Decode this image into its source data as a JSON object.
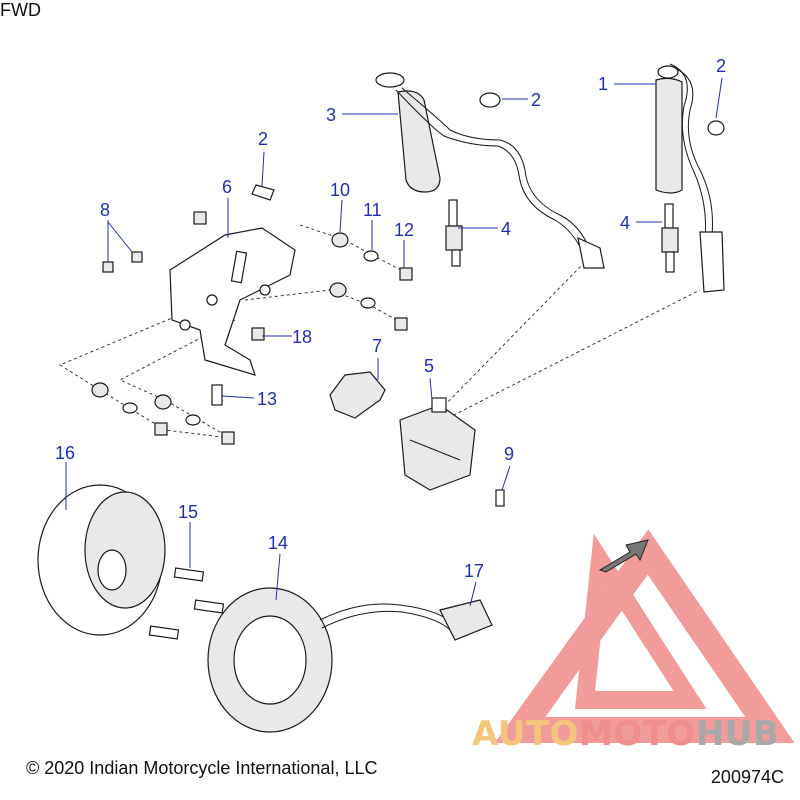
{
  "callouts": [
    "1",
    "2",
    "3",
    "4",
    "5",
    "6",
    "7",
    "8",
    "9",
    "10",
    "11",
    "12",
    "13",
    "14",
    "15",
    "16",
    "17",
    "18"
  ],
  "fwd_label": "FWD",
  "copyright": "© 2020 Indian Motorcycle International, LLC",
  "part_number": "200974C",
  "watermark": {
    "part1": "AUTO",
    "part2": "MOTO",
    "part3": "HUB"
  },
  "colors": {
    "callout": "#1f2fb0",
    "watermark_red": "#e84a4a",
    "watermark_orange": "#f5c57c",
    "watermark_gray": "#a8a8a8"
  }
}
